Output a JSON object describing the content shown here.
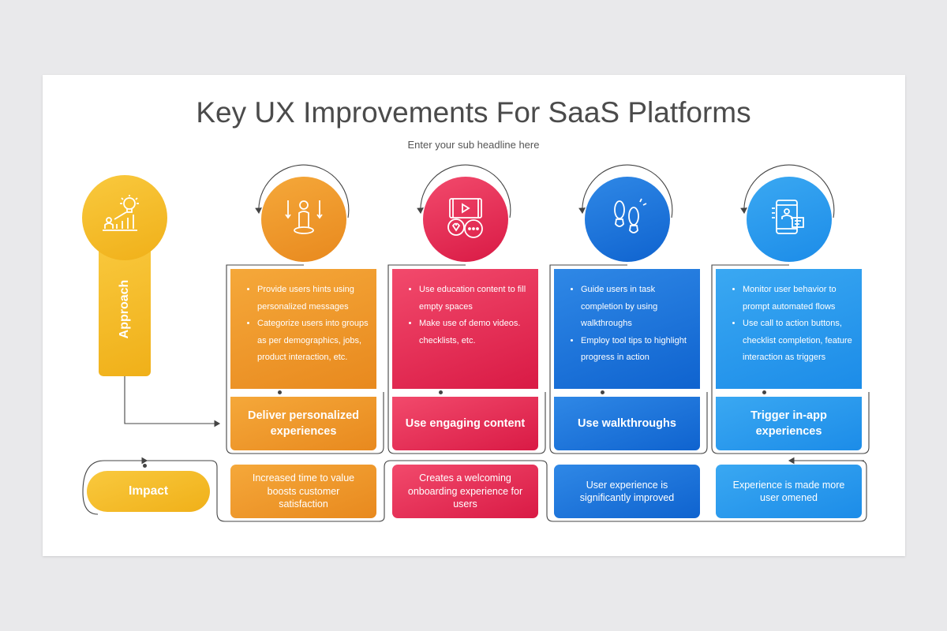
{
  "title": "Key UX Improvements For SaaS Platforms",
  "subtitle": "Enter your sub headline here",
  "approach_label": "Approach",
  "impact_label": "Impact",
  "colors": {
    "yellow": "#F5B82A",
    "orange": "#F0962B",
    "red": "#E8284F",
    "blue": "#1A70D8",
    "light_blue": "#2A9AEE"
  },
  "columns": [
    {
      "icon": "person-targeting-icon",
      "bullets": [
        "Provide users hints using personalized messages",
        "Categorize users into groups as per demographics, jobs, product interaction, etc."
      ],
      "label": "Deliver personalized experiences",
      "impact": "Increased time to value boosts customer satisfaction"
    },
    {
      "icon": "video-chat-icon",
      "bullets": [
        "Use education content to fill empty spaces",
        "Make use of demo videos. checklists, etc."
      ],
      "label": "Use engaging content",
      "impact": "Creates a welcoming onboarding experience for users"
    },
    {
      "icon": "footsteps-icon",
      "bullets": [
        "Guide users in task completion by using walkthroughs",
        "Employ tool tips to highlight progress in action"
      ],
      "label": "Use walkthroughs",
      "impact": "User experience is significantly improved"
    },
    {
      "icon": "app-screen-icon",
      "bullets": [
        "Monitor user behavior to prompt automated flows",
        "Use call to action buttons, checklist completion, feature interaction as triggers"
      ],
      "label": "Trigger in-app experiences",
      "impact": "Experience is made more user omened"
    }
  ]
}
